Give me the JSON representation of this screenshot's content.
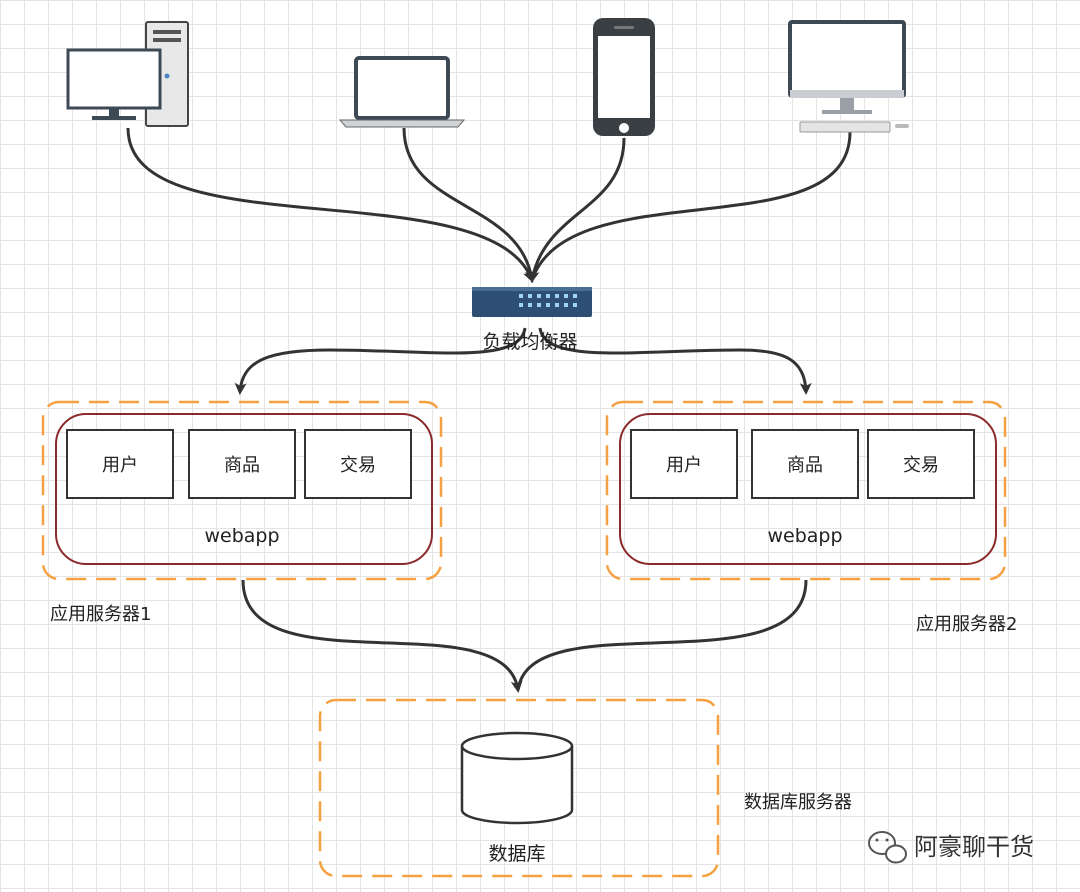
{
  "load_balancer": {
    "label": "负载均衡器"
  },
  "servers": [
    {
      "caption": "应用服务器1",
      "app": "webapp",
      "modules": [
        "用户",
        "商品",
        "交易"
      ]
    },
    {
      "caption": "应用服务器2",
      "app": "webapp",
      "modules": [
        "用户",
        "商品",
        "交易"
      ]
    }
  ],
  "database": {
    "label": "数据库",
    "caption": "数据库服务器"
  },
  "watermark": {
    "text": "阿豪聊干货",
    "icon": "wechat-icon"
  },
  "colors": {
    "edge": "#333333",
    "dashed_border": "#f5a142",
    "inner_border": "#8b2a2a",
    "switch_body": "#2d4f73",
    "switch_light": "#9fd3f5"
  }
}
